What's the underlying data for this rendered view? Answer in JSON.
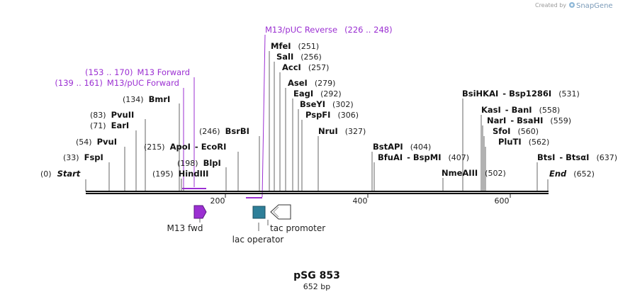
{
  "credit": {
    "prefix": "Created by",
    "brand": "SnapGene"
  },
  "primers": [
    {
      "name": "M13/pUC Reverse",
      "coords": "(226 .. 248)"
    },
    {
      "name": "M13 Forward",
      "coords": "(153 .. 170)"
    },
    {
      "name": "M13/pUC Forward",
      "coords": "(139 .. 161)"
    }
  ],
  "sites": [
    {
      "coord": "(0)",
      "name": "Start"
    },
    {
      "coord": "(33)",
      "name": "FspI"
    },
    {
      "coord": "(54)",
      "name": "PvuI"
    },
    {
      "coord": "(71)",
      "name": "EarI"
    },
    {
      "coord": "(83)",
      "name": "PvuII"
    },
    {
      "coord": "(134)",
      "name": "BmrI"
    },
    {
      "coord": "(195)",
      "name": "HindIII"
    },
    {
      "coord": "(198)",
      "name": "BlpI"
    },
    {
      "coord": "(215)",
      "name": "ApoI",
      "extra": "EcoRI"
    },
    {
      "coord": "(246)",
      "name": "BsrBI"
    },
    {
      "coord": "(251)",
      "name": "MfeI"
    },
    {
      "coord": "(256)",
      "name": "SalI"
    },
    {
      "coord": "(257)",
      "name": "AccI"
    },
    {
      "coord": "(279)",
      "name": "AseI"
    },
    {
      "coord": "(292)",
      "name": "EagI"
    },
    {
      "coord": "(302)",
      "name": "BseYI"
    },
    {
      "coord": "(306)",
      "name": "PspFI"
    },
    {
      "coord": "(327)",
      "name": "NruI"
    },
    {
      "coord": "(404)",
      "name": "BstAPI"
    },
    {
      "coord": "(407)",
      "name": "BfuAI",
      "extra": "BspMI"
    },
    {
      "coord": "(502)",
      "name": "NmeAIII"
    },
    {
      "coord": "(531)",
      "name": "BsiHKAI",
      "extra": "Bsp1286I"
    },
    {
      "coord": "(558)",
      "name": "KasI",
      "extra": "BanI"
    },
    {
      "coord": "(559)",
      "name": "NarI",
      "extra": "BsaHI"
    },
    {
      "coord": "(560)",
      "name": "SfoI"
    },
    {
      "coord": "(562)",
      "name": "PluTI"
    },
    {
      "coord": "(637)",
      "name": "BtsI",
      "extra": "BtsαI"
    },
    {
      "coord": "(652)",
      "name": "End"
    }
  ],
  "ruler": {
    "ticks": [
      "200",
      "400",
      "600"
    ]
  },
  "features": [
    {
      "name": "M13 fwd",
      "color": "#9b2fd2"
    },
    {
      "name": "lac operator",
      "color": "#2e7f99"
    },
    {
      "name": "tac promoter",
      "color": "#ffffff"
    }
  ],
  "plasmid": {
    "name": "pSG 853",
    "length": "652 bp"
  }
}
